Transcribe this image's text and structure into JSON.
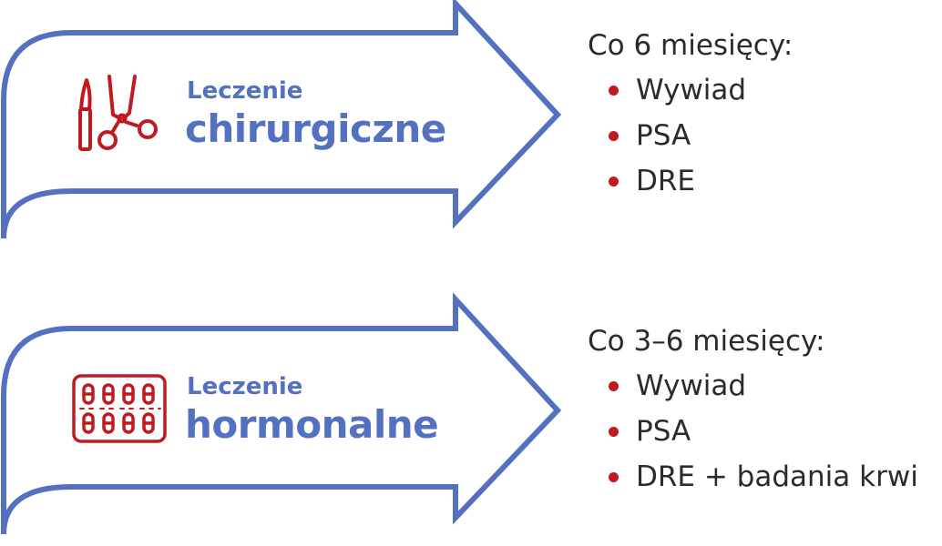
{
  "colors": {
    "arrow": "#5470c0",
    "label": "#5470c0",
    "icon": "#c01a20",
    "bullet": "#c01a20",
    "text": "#2b2b2b"
  },
  "treatments": [
    {
      "icon": "scalpel-scissors-icon",
      "title_line1": "Leczenie",
      "title_line2": "chirurgiczne",
      "schedule": "Co 6 miesięcy:",
      "items": [
        "Wywiad",
        "PSA",
        "DRE"
      ]
    },
    {
      "icon": "pill-blister-icon",
      "title_line1": "Leczenie",
      "title_line2": "hormonalne",
      "schedule": "Co 3–6 miesięcy:",
      "items": [
        "Wywiad",
        "PSA",
        "DRE + badania krwi"
      ]
    }
  ]
}
